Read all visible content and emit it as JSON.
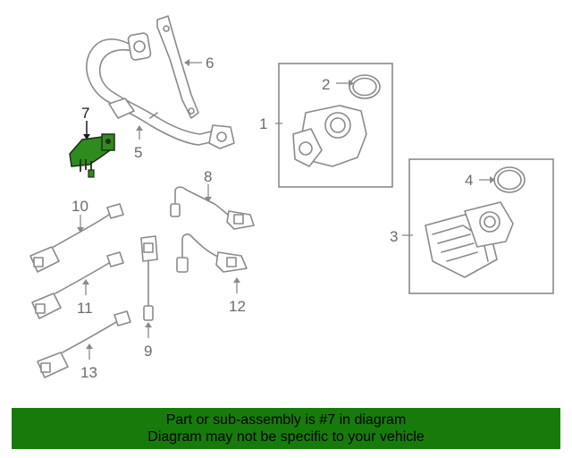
{
  "diagram": {
    "callouts": [
      {
        "id": "1",
        "text": "1"
      },
      {
        "id": "2",
        "text": "2"
      },
      {
        "id": "3",
        "text": "3"
      },
      {
        "id": "4",
        "text": "4"
      },
      {
        "id": "5",
        "text": "5"
      },
      {
        "id": "6",
        "text": "6"
      },
      {
        "id": "7",
        "text": "7"
      },
      {
        "id": "8",
        "text": "8"
      },
      {
        "id": "9",
        "text": "9"
      },
      {
        "id": "10",
        "text": "10"
      },
      {
        "id": "11",
        "text": "11"
      },
      {
        "id": "12",
        "text": "12"
      },
      {
        "id": "13",
        "text": "13"
      }
    ],
    "highlight_part": "7",
    "highlight_color": "#2e8b1e",
    "line_color": "#8a8a8a"
  },
  "banner": {
    "line1": "Part or sub-assembly is #7 in diagram",
    "line2": "Diagram may not be specific to your vehicle",
    "background": "#177b0c"
  }
}
